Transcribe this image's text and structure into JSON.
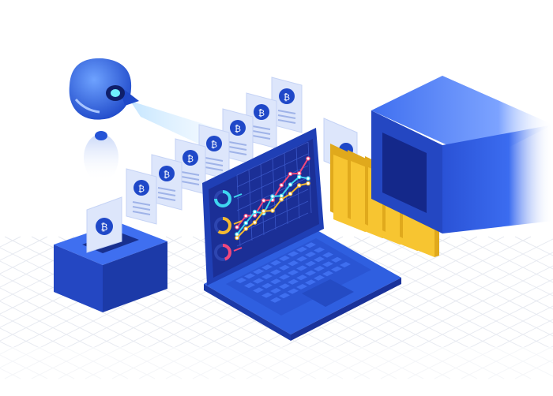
{
  "colors": {
    "background": "#ffffff",
    "grid_line": "#e6e9f0",
    "blue_dark": "#1f3fb5",
    "blue_mid": "#2f5fe0",
    "blue_light": "#4f86f5",
    "screen_bg": "#1b2f96",
    "doc_bg": "#dde6fb",
    "coin": "#1f48c8",
    "folder_yellow": "#f7c531",
    "folder_dark": "#e0a91c",
    "line_pink": "#f0477c",
    "line_cyan": "#3fd6f0",
    "line_yellow": "#f5b930"
  },
  "icons": {
    "coin_symbol": "₿",
    "robot": "robot-drone-icon",
    "document": "bitcoin-document-icon",
    "folder": "folder-icon",
    "ballot_box": "ballot-box-icon",
    "laptop": "laptop-icon",
    "server_box": "server-box-icon"
  },
  "screen": {
    "chart_lines": [
      {
        "name": "",
        "color": "#f0477c",
        "values": [
          2,
          3,
          2.5,
          4,
          3.5,
          5,
          6,
          5.5,
          7
        ]
      },
      {
        "name": "",
        "color": "#3fd6f0",
        "values": [
          1,
          2,
          3,
          2.2,
          4,
          3.5,
          4.5,
          5,
          4.2
        ]
      },
      {
        "name": "",
        "color": "#f5b930",
        "values": [
          0.5,
          1.2,
          1.5,
          2.5,
          2,
          3,
          3.2,
          3.8,
          3.5
        ]
      }
    ],
    "gauges": [
      {
        "color": "#3fd6f0",
        "level": 0.75
      },
      {
        "color": "#f5b930",
        "level": 0.6
      },
      {
        "color": "#f0477c",
        "level": 0.45
      }
    ]
  }
}
